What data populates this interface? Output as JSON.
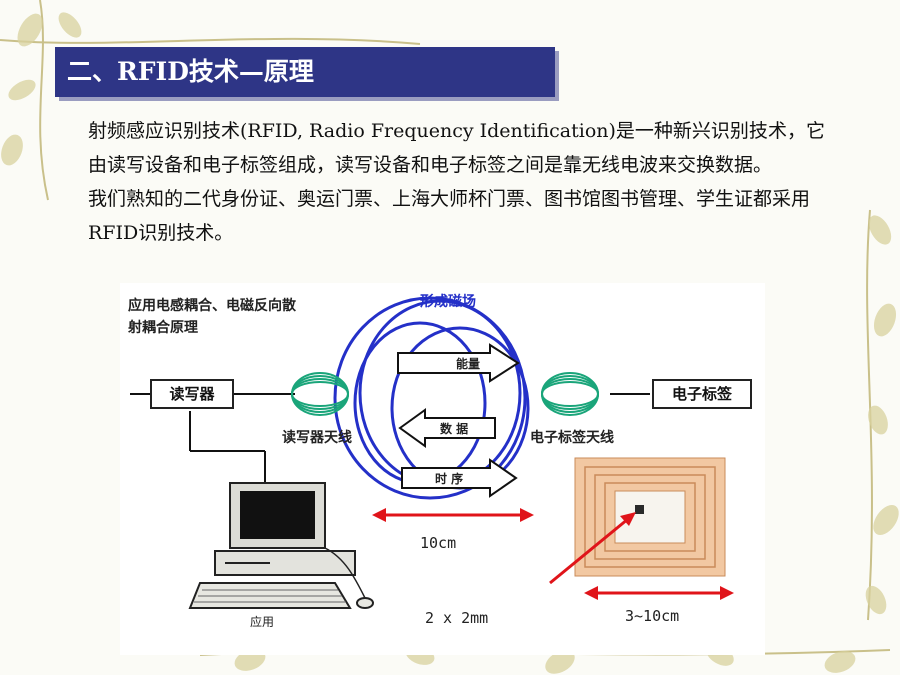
{
  "slide": {
    "title": "二、RFID技术—原理",
    "paragraph1": "射频感应识别技术(RFID, Radio Frequency Identification)是一种新兴识别技术，它由读写设备和电子标签组成，读写设备和电子标签之间是靠无线电波来交换数据。",
    "paragraph2": "我们熟知的二代身份证、奥运门票、上海大师杯门票、图书馆图书管理、学生证都采用RFID识别技术。"
  },
  "figure": {
    "caption": "应用电感耦合、电磁反向散射耦合原理",
    "field_label": "形成磁场",
    "reader_box": "读写器",
    "tag_box": "电子标签",
    "reader_antenna": "读写器天线",
    "tag_antenna": "电子标签天线",
    "arrow_energy": "能量",
    "arrow_data": "数 据",
    "arrow_timing": "时 序",
    "distance_label": "10cm",
    "chip_size_label": "2 x 2mm",
    "tag_size_label": "3~10cm",
    "computer_label": "应用"
  },
  "colors": {
    "title_bg": "#2e3586",
    "field_blue": "#2430c8",
    "coil_green": "#1aa57a",
    "arrow_red": "#e0141a"
  }
}
